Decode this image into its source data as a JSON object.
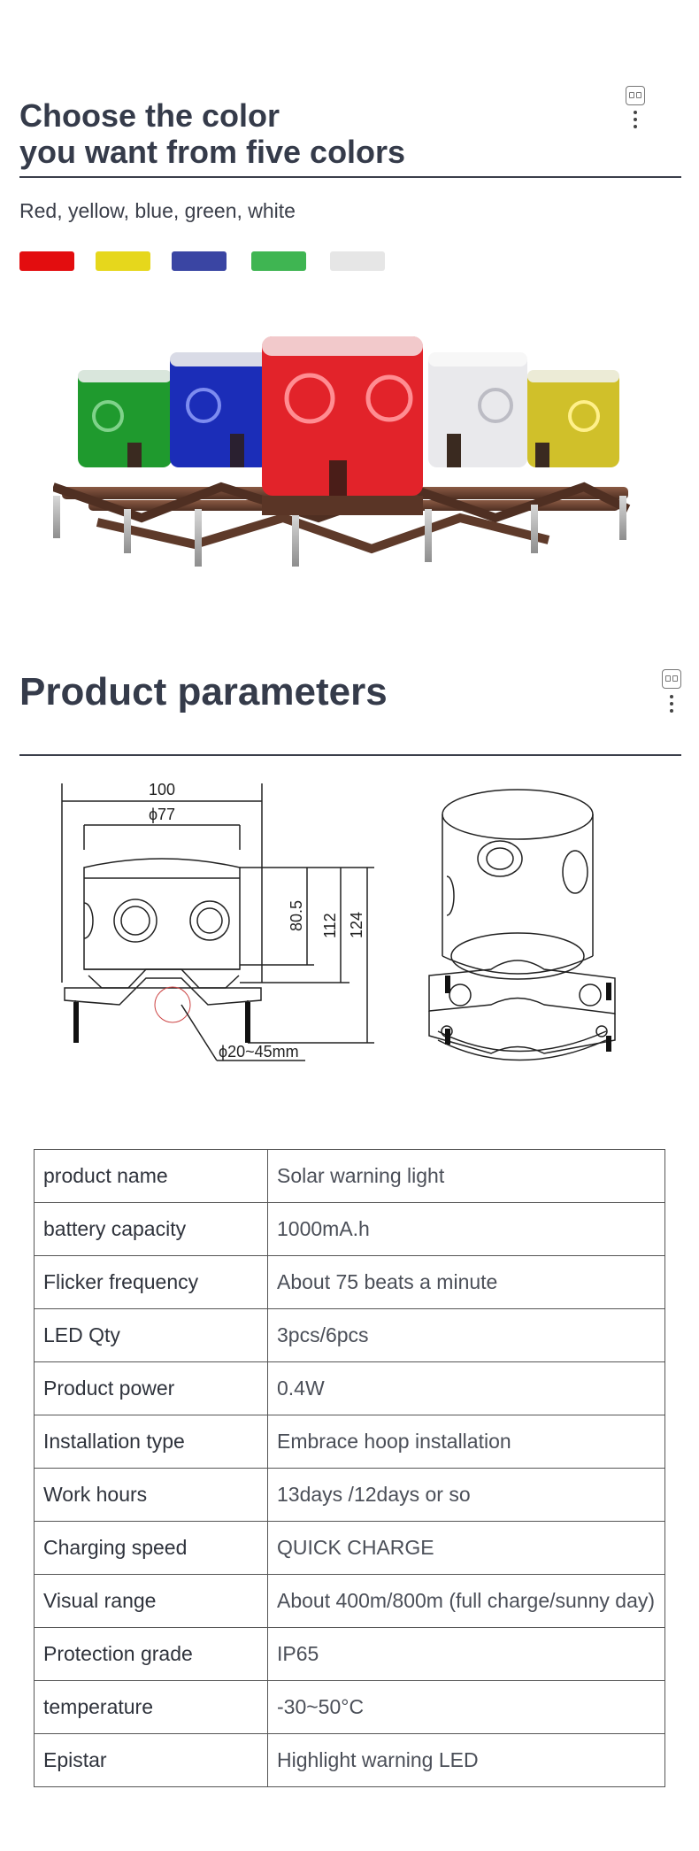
{
  "section1": {
    "title_line1": "Choose the color",
    "title_line2": "you want from five colors",
    "subtitle": "Red, yellow, blue, green, white",
    "swatches": [
      {
        "name": "red",
        "color": "#e30d0f"
      },
      {
        "name": "yellow",
        "color": "#e6d71c"
      },
      {
        "name": "blue",
        "color": "#3a45a3"
      },
      {
        "name": "green",
        "color": "#3fb552"
      },
      {
        "name": "white",
        "color": "#e6e6e6"
      }
    ]
  },
  "section2": {
    "title": "Product parameters"
  },
  "drawing": {
    "dim_100": "100",
    "dim_77": "ϕ77",
    "dim_80_5": "80.5",
    "dim_112": "112",
    "dim_124": "124",
    "dim_pipe": "ϕ20~45mm"
  },
  "params": [
    {
      "label": "product name",
      "value": "Solar warning light"
    },
    {
      "label": "battery capacity",
      "value": "1000mA.h"
    },
    {
      "label": "Flicker frequency",
      "value": "About 75 beats a minute"
    },
    {
      "label": "LED Qty",
      "value": "3pcs/6pcs"
    },
    {
      "label": "Product power",
      "value": "0.4W"
    },
    {
      "label": "Installation type",
      "value": "Embrace hoop installation"
    },
    {
      "label": "Work hours",
      "value": "13days /12days or so"
    },
    {
      "label": "Charging speed",
      "value": "QUICK CHARGE"
    },
    {
      "label": "Visual range",
      "value": "About 400m/800m (full charge/sunny day)"
    },
    {
      "label": "Protection grade",
      "value": "IP65"
    },
    {
      "label": "temperature",
      "value": "-30~50°C"
    },
    {
      "label": "Epistar",
      "value": "Highlight warning LED"
    }
  ]
}
